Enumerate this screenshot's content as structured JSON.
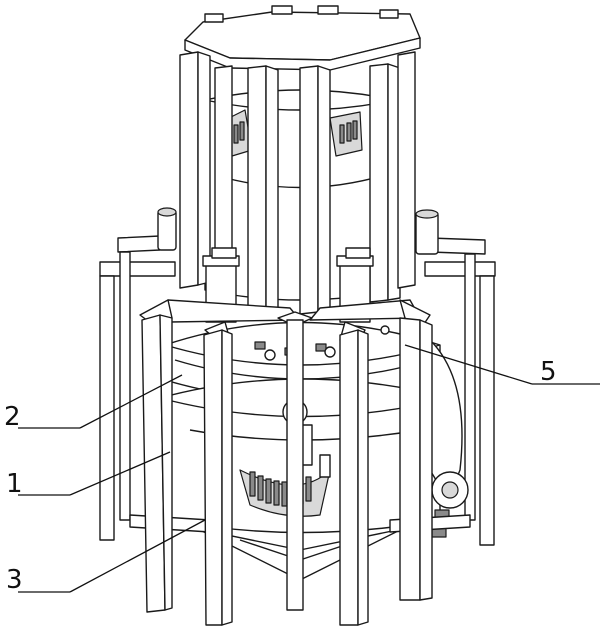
{
  "figure": {
    "labels": [
      {
        "id": "1",
        "text": "1"
      },
      {
        "id": "2",
        "text": "2"
      },
      {
        "id": "3",
        "text": "3"
      },
      {
        "id": "5",
        "text": "5"
      }
    ]
  }
}
